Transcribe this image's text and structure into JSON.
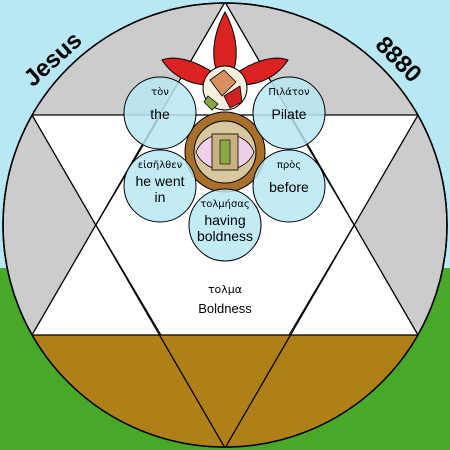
{
  "corners": {
    "left": "Jesus",
    "right": "8880"
  },
  "bubbles": [
    {
      "greek": "τὸν",
      "english_lines": [
        "the"
      ]
    },
    {
      "greek": "Πιλάτον",
      "english_lines": [
        "Pilate"
      ]
    },
    {
      "greek": "εἰσῆλθεν",
      "english_lines": [
        "he went",
        "in"
      ]
    },
    {
      "greek": "πρὸς",
      "english_lines": [
        "before"
      ]
    },
    {
      "greek": "τολμήσας",
      "english_lines": [
        "having",
        "boldness"
      ]
    }
  ],
  "center": {
    "greek": "τολμα",
    "english": "Boldness"
  },
  "colors": {
    "sky": "#b8e8f4",
    "grass": "#48a828",
    "disk": "#cccccc",
    "triangle": "#ffffff",
    "earth": "#b08018",
    "bubble": "#b8e8f4",
    "petal": "#dd2222"
  }
}
